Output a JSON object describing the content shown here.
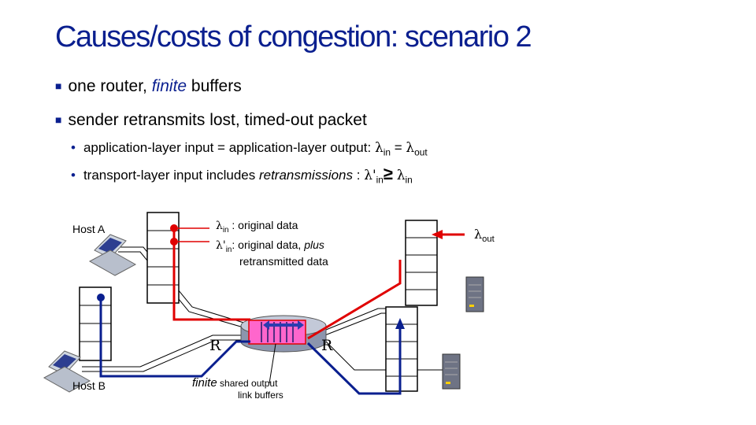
{
  "title": "Causes/costs of congestion: scenario 2",
  "bullets": [
    {
      "pre": "one router, ",
      "em": "finite",
      "post": " buffers"
    },
    {
      "text": "sender retransmits lost, timed-out packet"
    }
  ],
  "subbullets": [
    {
      "text": "application-layer input = application-layer output: ",
      "l1": "λ",
      "s1": "in",
      "mid": " = ",
      "l2": "λ",
      "s2": "out"
    },
    {
      "pre": "transport-layer input includes ",
      "em": "retransmissions",
      "post": " : ",
      "l1": "λ'",
      "s1": "in",
      "rel": "≥",
      "l2": "λ",
      "s2": "in"
    }
  ],
  "diagram": {
    "host_a": "Host A",
    "host_b": "Host B",
    "lambda_in_sym": "λ",
    "lambda_in_sub": "in",
    "lambda_in_text": " : original data",
    "lambda_prime_sym": "λ'",
    "lambda_prime_sub": "in",
    "lambda_prime_text": ": original data, ",
    "lambda_prime_em": "plus",
    "lambda_prime_text2": "retransmitted data",
    "lambda_out_sym": "λ",
    "lambda_out_sub": "out",
    "router_left": "R",
    "router_right": "R",
    "finite_em": "finite",
    "finite_text": " shared output",
    "finite_text2": "link buffers"
  },
  "colors": {
    "title": "#0a1f8f",
    "red_flow": "#e00000",
    "blue_flow": "#0a1f8f",
    "buffer": "#ff66cc"
  }
}
